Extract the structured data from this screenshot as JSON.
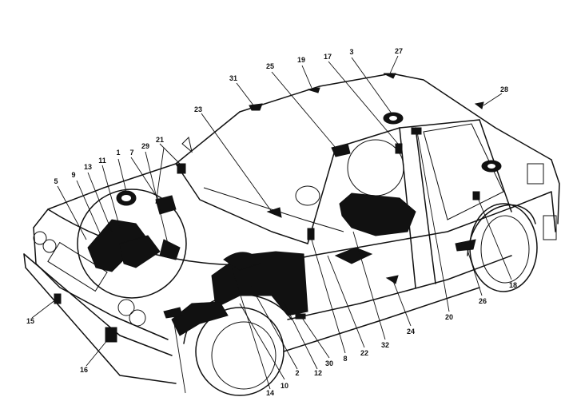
{
  "diagram": {
    "callouts": [
      {
        "id": "c1",
        "text": "1"
      },
      {
        "id": "c2",
        "text": "2"
      },
      {
        "id": "c3",
        "text": "3"
      },
      {
        "id": "c5",
        "text": "5"
      },
      {
        "id": "c7",
        "text": "7"
      },
      {
        "id": "c8",
        "text": "8"
      },
      {
        "id": "c9",
        "text": "9"
      },
      {
        "id": "c10",
        "text": "10"
      },
      {
        "id": "c11",
        "text": "11"
      },
      {
        "id": "c12",
        "text": "12"
      },
      {
        "id": "c13",
        "text": "13"
      },
      {
        "id": "c14",
        "text": "14"
      },
      {
        "id": "c15",
        "text": "15"
      },
      {
        "id": "c16",
        "text": "16"
      },
      {
        "id": "c17",
        "text": "17"
      },
      {
        "id": "c18",
        "text": "18"
      },
      {
        "id": "c19",
        "text": "19"
      },
      {
        "id": "c20",
        "text": "20"
      },
      {
        "id": "c21",
        "text": "21"
      },
      {
        "id": "c22",
        "text": "22"
      },
      {
        "id": "c23",
        "text": "23"
      },
      {
        "id": "c24",
        "text": "24"
      },
      {
        "id": "c25",
        "text": "25"
      },
      {
        "id": "c26",
        "text": "26"
      },
      {
        "id": "c27",
        "text": "27"
      },
      {
        "id": "c28",
        "text": "28"
      },
      {
        "id": "c29",
        "text": "29"
      },
      {
        "id": "c30",
        "text": "30"
      },
      {
        "id": "c31",
        "text": "31"
      },
      {
        "id": "c32",
        "text": "32"
      }
    ]
  }
}
